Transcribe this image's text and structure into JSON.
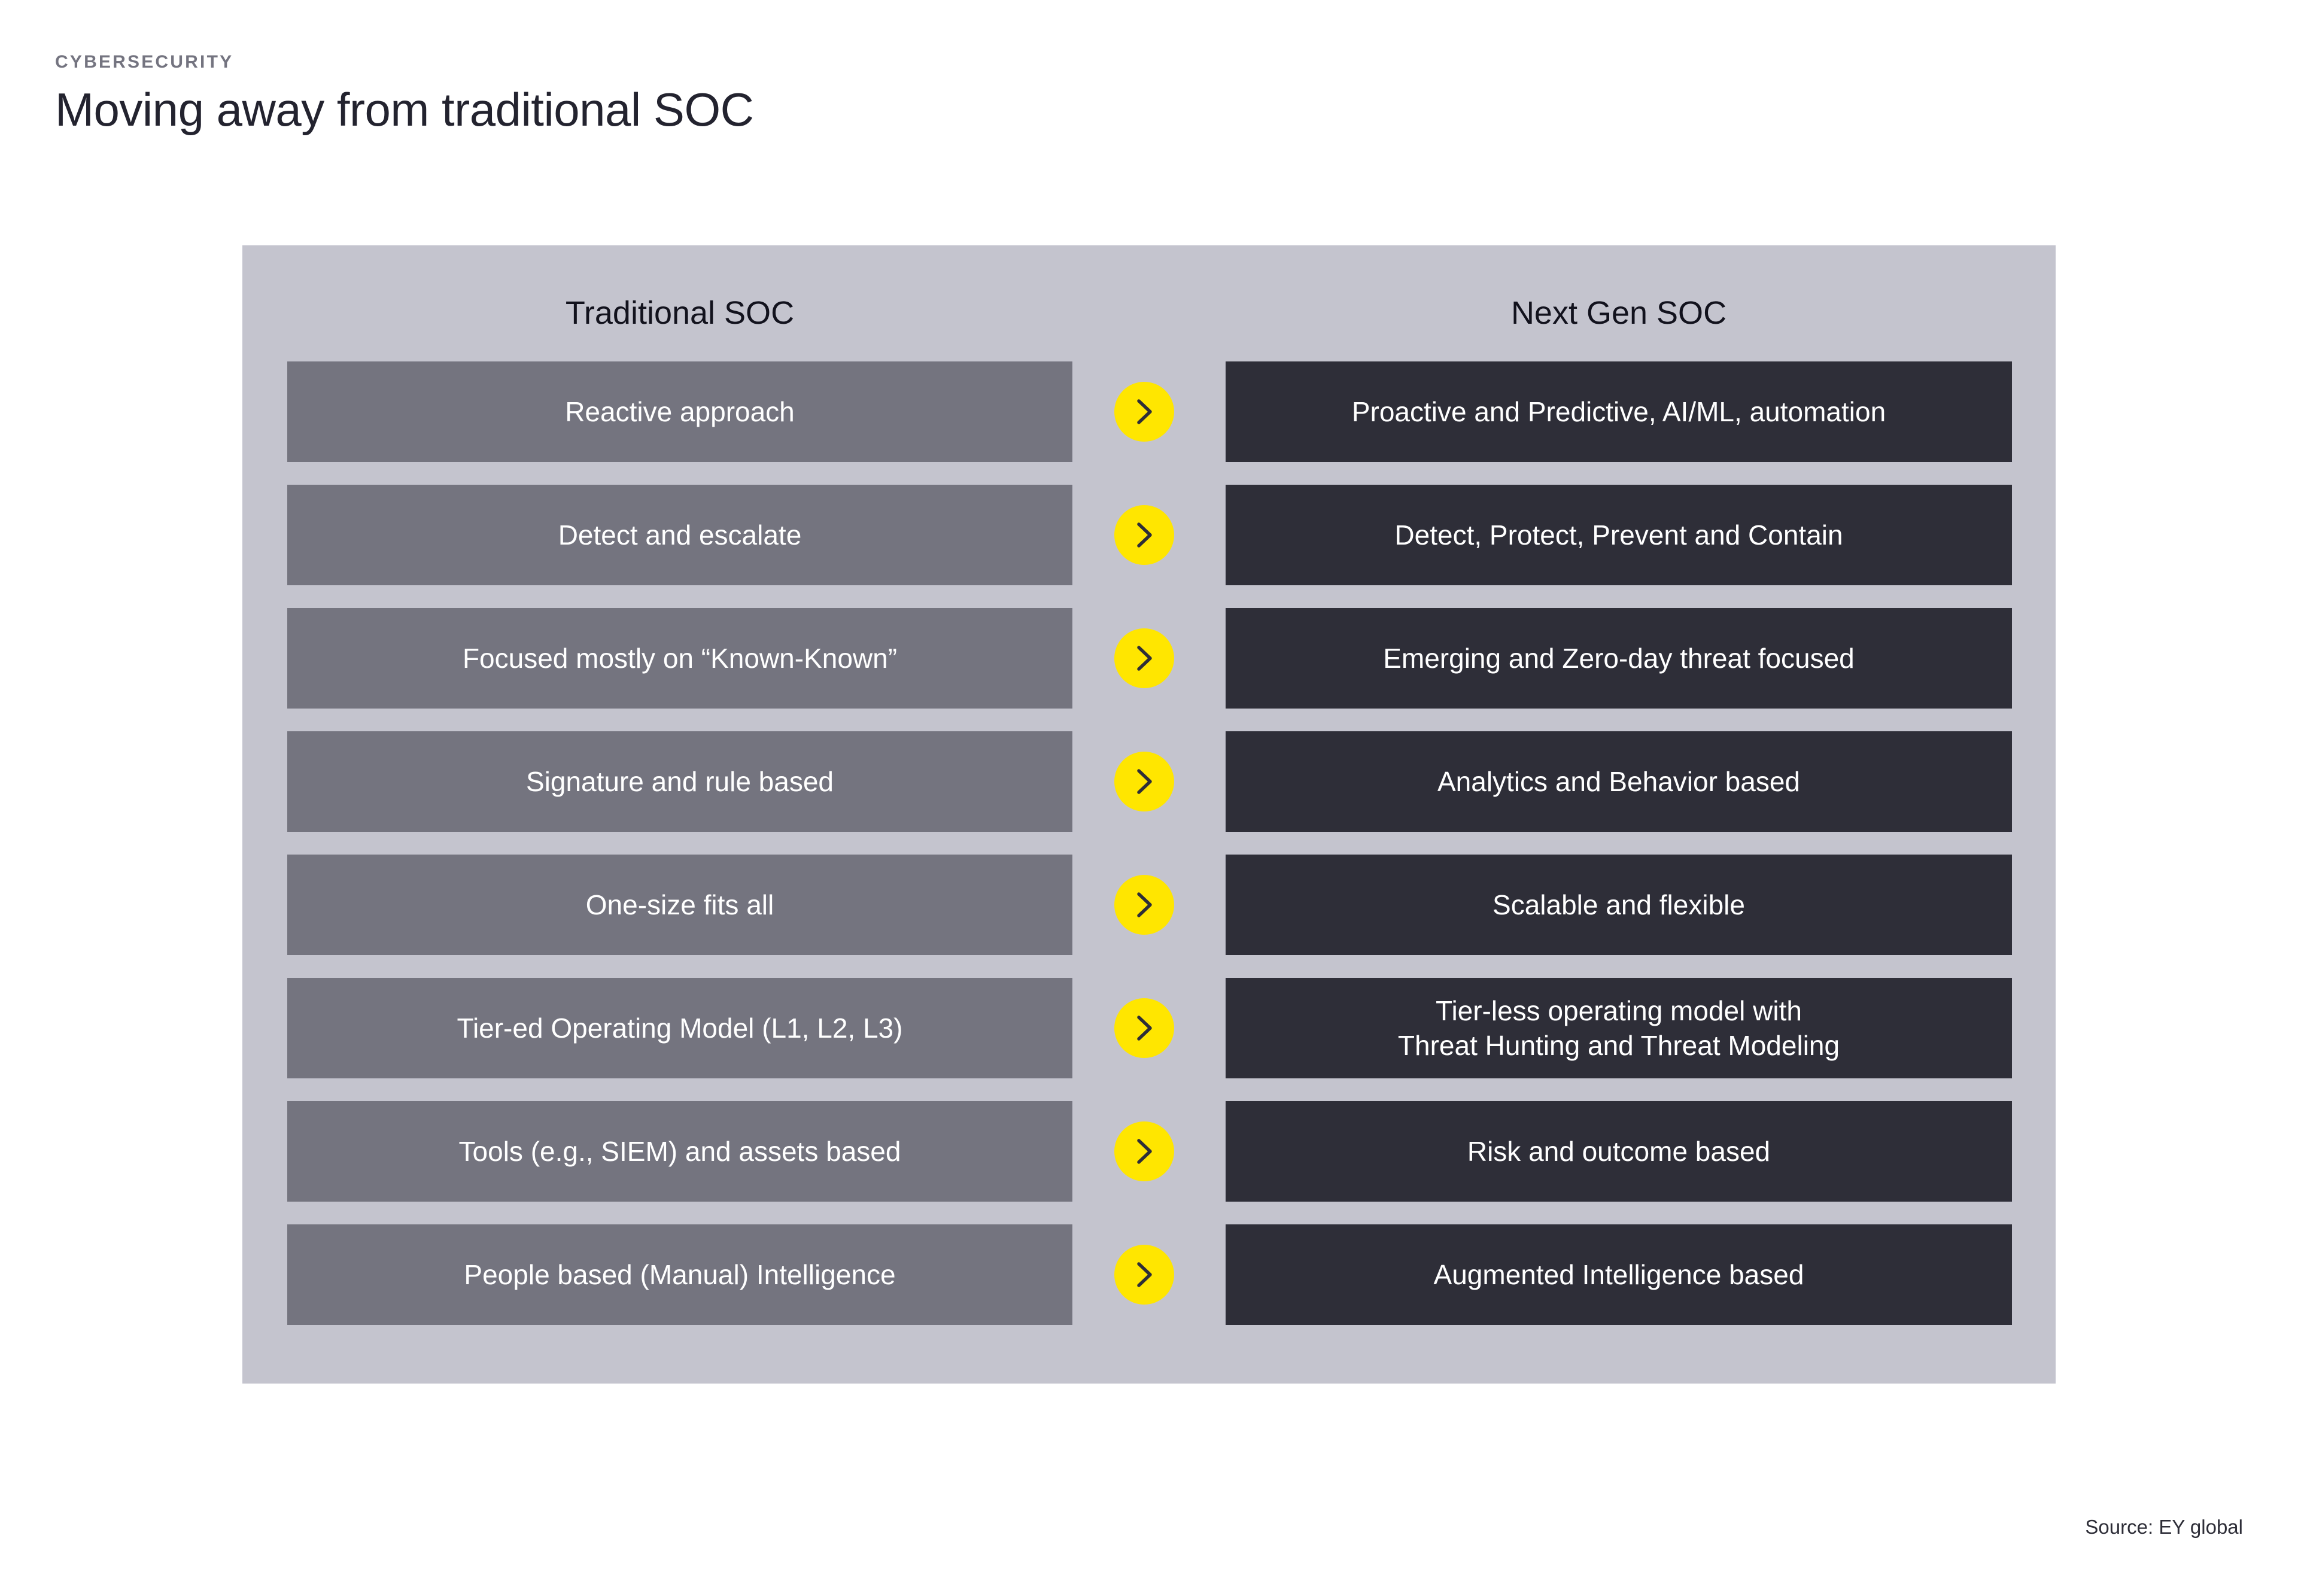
{
  "header": {
    "eyebrow": "CYBERSECURITY",
    "title": "Moving away from traditional SOC"
  },
  "panel": {
    "columns": {
      "left_header": "Traditional SOC",
      "right_header": "Next Gen SOC"
    },
    "arrow_icon": "chevron-right-icon",
    "rows": [
      {
        "left": "Reactive approach",
        "right": "Proactive and Predictive, AI/ML, automation"
      },
      {
        "left": "Detect and escalate",
        "right": "Detect, Protect, Prevent and Contain"
      },
      {
        "left": "Focused mostly on “Known-Known”",
        "right": "Emerging and Zero-day threat focused"
      },
      {
        "left": "Signature and rule based",
        "right": "Analytics and Behavior based"
      },
      {
        "left": "One-size fits all",
        "right": "Scalable and flexible"
      },
      {
        "left": "Tier-ed Operating Model (L1, L2, L3)",
        "right_line1": "Tier-less operating model with",
        "right_line2": "Threat Hunting and Threat Modeling"
      },
      {
        "left": "Tools (e.g., SIEM) and assets based",
        "right": "Risk and outcome based"
      },
      {
        "left": "People based (Manual) Intelligence",
        "right": "Augmented Intelligence based"
      }
    ]
  },
  "footer": {
    "source": "Source: EY global"
  },
  "colors": {
    "page_background": "#ffffff",
    "panel_background": "#c4c4ce",
    "left_cell": "#74747f",
    "right_cell": "#2e2e38",
    "accent_yellow": "#ffe600",
    "title_text": "#23232f",
    "eyebrow_text": "#747480",
    "cell_text": "#ffffff"
  }
}
